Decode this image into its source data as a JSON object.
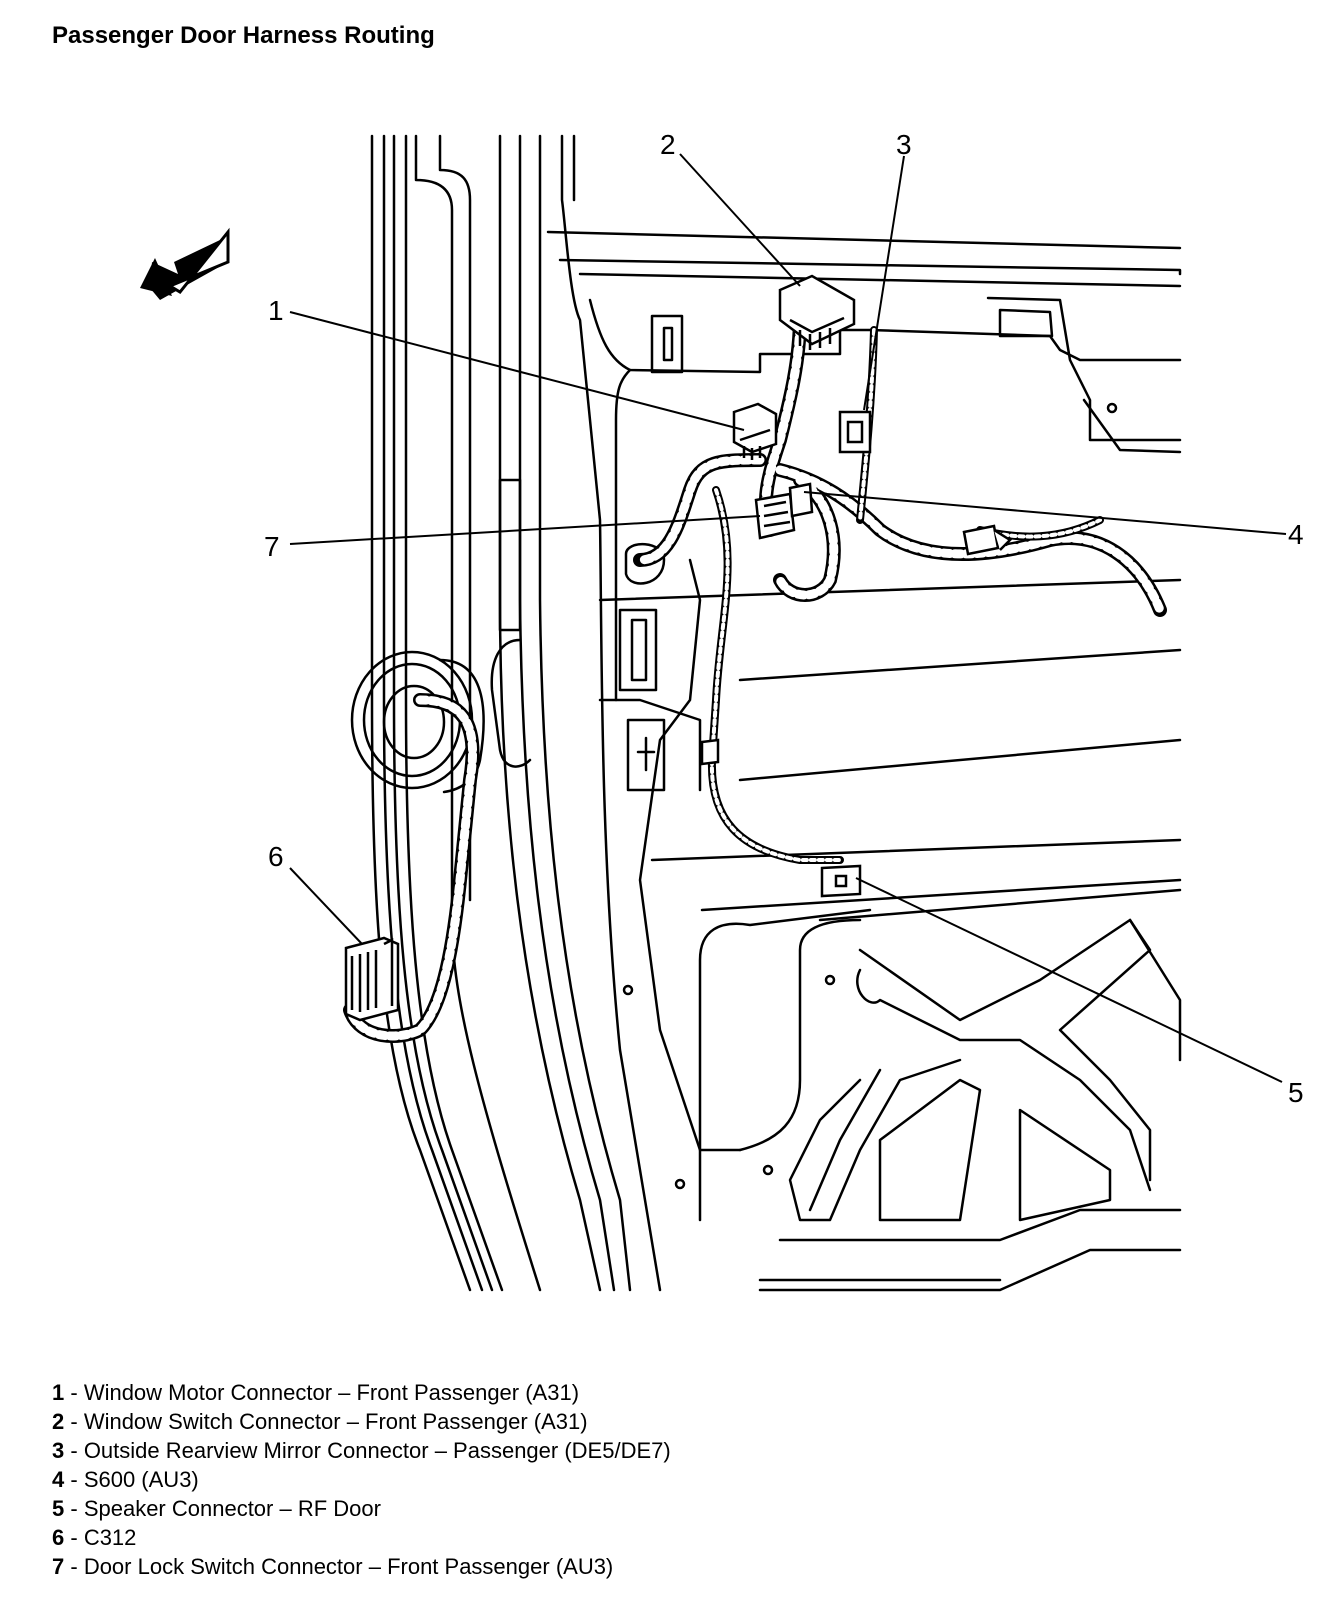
{
  "title": "Passenger Door Harness Routing",
  "callouts": [
    {
      "id": "1"
    },
    {
      "id": "2"
    },
    {
      "id": "3"
    },
    {
      "id": "4"
    },
    {
      "id": "5"
    },
    {
      "id": "6"
    },
    {
      "id": "7"
    }
  ],
  "legend": [
    {
      "num": "1",
      "sep": " - ",
      "text": "Window Motor Connector – Front Passenger (A31)"
    },
    {
      "num": "2",
      "sep": " - ",
      "text": "Window Switch Connector – Front Passenger (A31)"
    },
    {
      "num": "3",
      "sep": " - ",
      "text": "Outside Rearview Mirror Connector – Passenger (DE5/DE7)"
    },
    {
      "num": "4",
      "sep": " - ",
      "text": "S600 (AU3)"
    },
    {
      "num": "5",
      "sep": " - ",
      "text": "Speaker Connector – RF Door"
    },
    {
      "num": "6",
      "sep": " - ",
      "text": "C312"
    },
    {
      "num": "7",
      "sep": " - ",
      "text": "Door Lock Switch Connector – Front Passenger (AU3)"
    }
  ]
}
